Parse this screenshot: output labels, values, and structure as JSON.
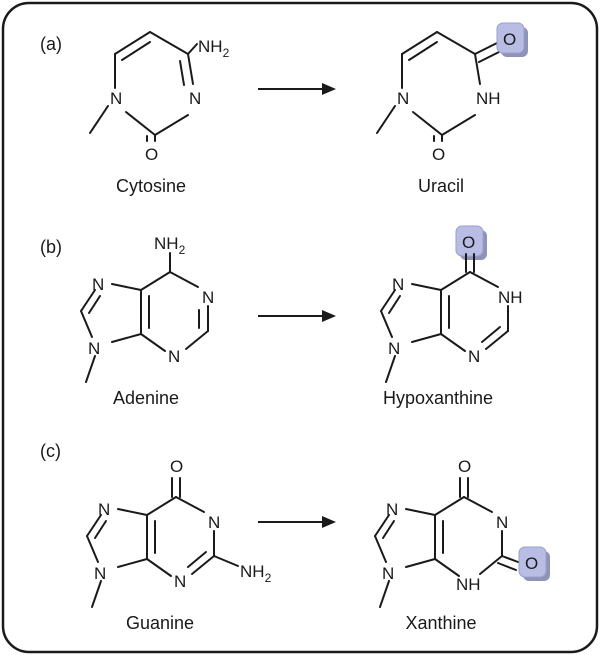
{
  "panels": [
    {
      "label": "(a)",
      "reactant": {
        "name": "Cytosine",
        "amine": "NH",
        "amine_sub": "2",
        "n3": "N",
        "n1": "N",
        "oxygen": "O"
      },
      "product": {
        "name": "Uracil",
        "keto": "O",
        "nh": "NH",
        "n1": "N",
        "oxygen": "O"
      }
    },
    {
      "label": "(b)",
      "reactant": {
        "name": "Adenine",
        "amine": "NH",
        "amine_sub": "2",
        "n1": "N",
        "n3": "N",
        "n7": "N",
        "n9": "N"
      },
      "product": {
        "name": "Hypoxanthine",
        "keto": "O",
        "nh": "NH",
        "n3": "N",
        "n7": "N",
        "n9": "N"
      }
    },
    {
      "label": "(c)",
      "reactant": {
        "name": "Guanine",
        "keto": "O",
        "n1": "N",
        "n3": "N",
        "n7": "N",
        "n9": "N",
        "amine": "NH",
        "amine_sub": "2"
      },
      "product": {
        "name": "Xanthine",
        "keto": "O",
        "n1": "N",
        "nh": "NH",
        "n7": "N",
        "n9": "N",
        "oxygen": "O"
      }
    }
  ],
  "highlight_color": "#b9bde3"
}
